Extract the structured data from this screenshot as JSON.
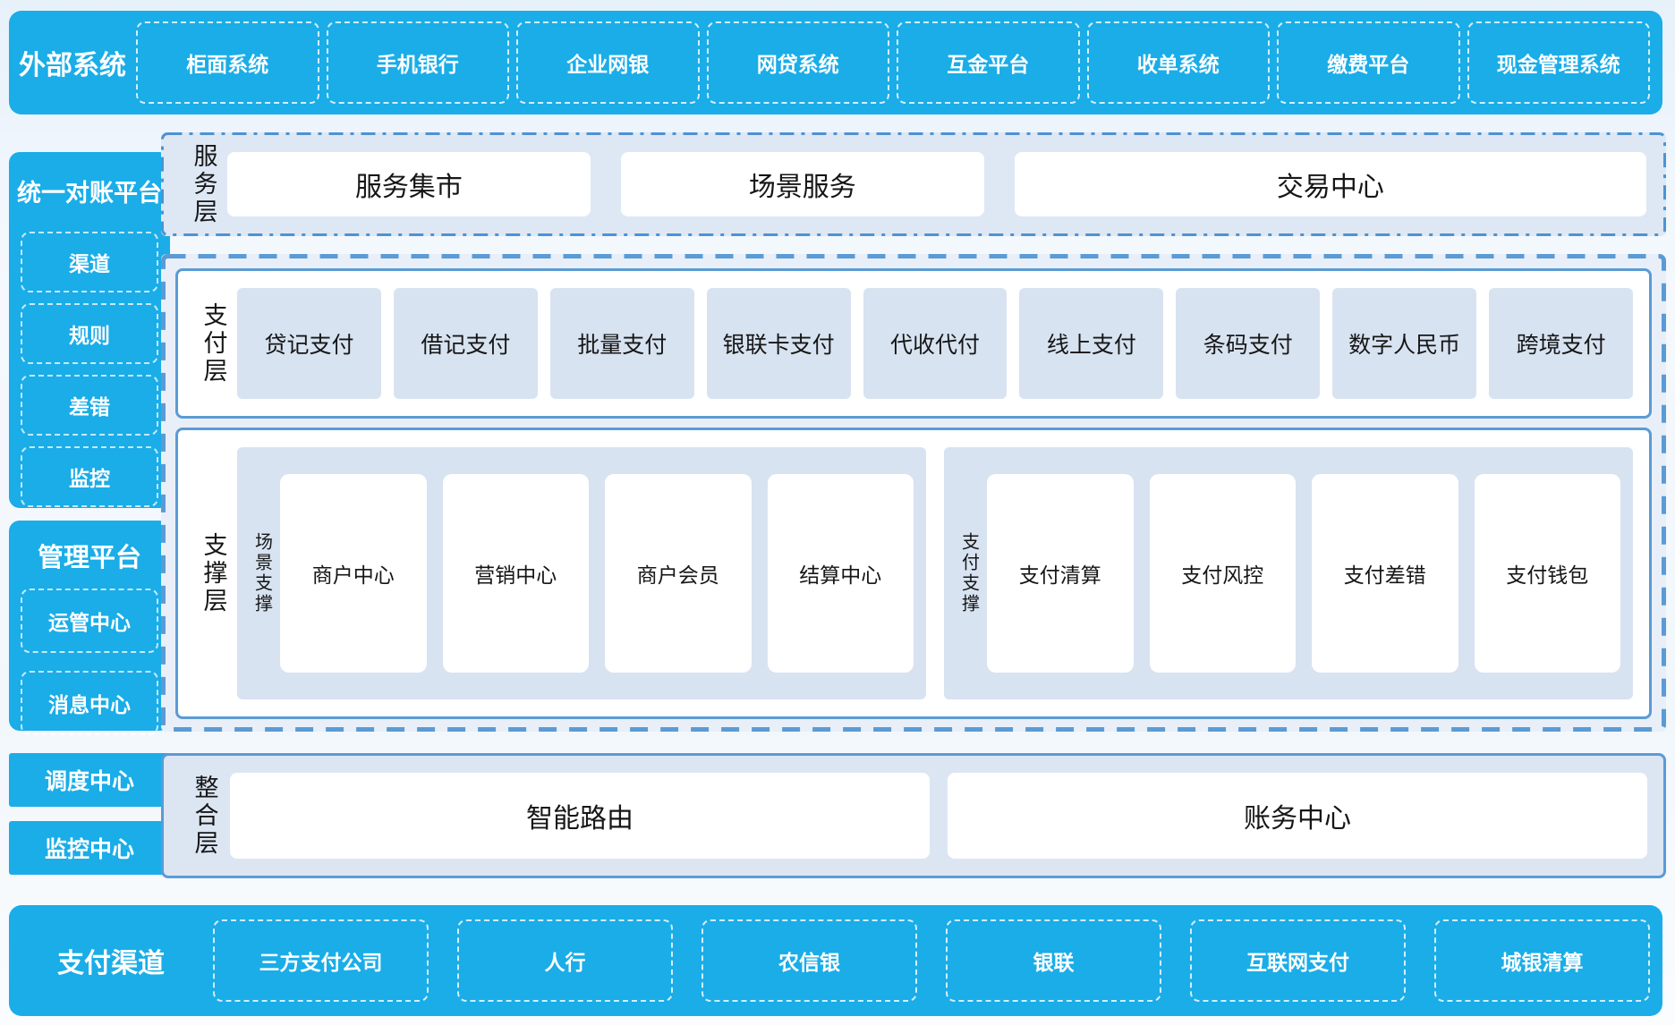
{
  "colors": {
    "brand_blue": "#1aade8",
    "panel_fill": "#dee8f4",
    "outer_dashed_fill": "#e9eff8",
    "sub_box_fill": "#d8e3f1",
    "solid_border_blue": "#5b9bd5",
    "dashdot_border_blue": "#4e92d4",
    "white_dash_border": "rgba(255,255,255,0.8)",
    "dark_text": "#161616",
    "white_text": "#ffffff"
  },
  "top_bar": {
    "label": "外部系统",
    "items": [
      "柜面系统",
      "手机银行",
      "企业网银",
      "网贷系统",
      "互金平台",
      "收单系统",
      "缴费平台",
      "现金管理系统"
    ]
  },
  "sidebar": {
    "reconciliation": {
      "title": "统一对账平台",
      "items": [
        "渠道",
        "规则",
        "差错",
        "监控"
      ]
    },
    "management": {
      "title": "管理平台",
      "items": [
        "运管中心",
        "消息中心"
      ]
    },
    "standalone": [
      "调度中心",
      "监控中心"
    ]
  },
  "service_layer": {
    "label": "服务层",
    "items": [
      "服务集市",
      "场景服务",
      "交易中心"
    ]
  },
  "payment_layer": {
    "label": "支付层",
    "items": [
      "贷记支付",
      "借记支付",
      "批量支付",
      "银联卡支付",
      "代收代付",
      "线上支付",
      "条码支付",
      "数字人民币",
      "跨境支付"
    ]
  },
  "support_layer": {
    "label": "支撑层",
    "groups": [
      {
        "label": "场景支撑",
        "items": [
          "商户中心",
          "营销中心",
          "商户会员",
          "结算中心"
        ]
      },
      {
        "label": "支付支撑",
        "items": [
          "支付清算",
          "支付风控",
          "支付差错",
          "支付钱包"
        ]
      }
    ]
  },
  "integration_layer": {
    "label": "整合层",
    "items": [
      "智能路由",
      "账务中心"
    ]
  },
  "bottom_bar": {
    "label": "支付渠道",
    "items": [
      "三方支付公司",
      "人行",
      "农信银",
      "银联",
      "互联网支付",
      "城银清算"
    ]
  }
}
